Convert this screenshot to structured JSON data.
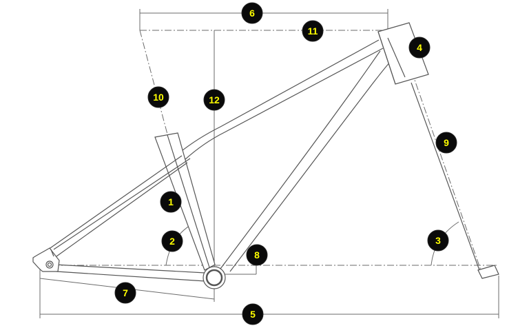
{
  "colors": {
    "frame_line": "#555555",
    "dim_line": "#6a6a6a",
    "badge_fill": "#0a0a0a",
    "badge_ring": "#222222",
    "badge_text": "#ffff00",
    "background": "#ffffff"
  },
  "labels": {
    "seat_tube_length": "1",
    "seat_tube_angle": "2",
    "head_tube_angle": "3",
    "head_tube_length": "4",
    "wheelbase": "5",
    "top_tube_horizontal": "6",
    "chainstay_length": "7",
    "bb_drop": "8",
    "fork_length": "9",
    "stack_seat": "10",
    "reach": "11",
    "stack": "12"
  }
}
